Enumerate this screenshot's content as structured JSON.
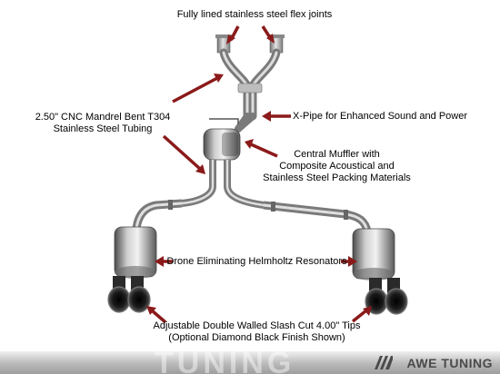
{
  "labels": {
    "flex_joints": "Fully lined stainless steel flex joints",
    "tubing_line1": "2.50\" CNC Mandrel Bent T304",
    "tubing_line2": "Stainless Steel Tubing",
    "xpipe": "X-Pipe for Enhanced Sound and Power",
    "muffler_line1": "Central Muffler with",
    "muffler_line2": "Composite Acoustical and",
    "muffler_line3": "Stainless Steel Packing Materials",
    "resonators": "Drone Eliminating Helmholtz Resonators",
    "tips_line1": "Adjustable Double Walled Slash Cut 4.00\" Tips",
    "tips_line2": "(Optional Diamond Black Finish Shown)"
  },
  "footer": {
    "watermark": "TUNING",
    "brand": "AWE TUNING"
  },
  "colors": {
    "arrow": "#8b1a1a",
    "steel": "#9a9a9a",
    "background": "#ffffff"
  }
}
